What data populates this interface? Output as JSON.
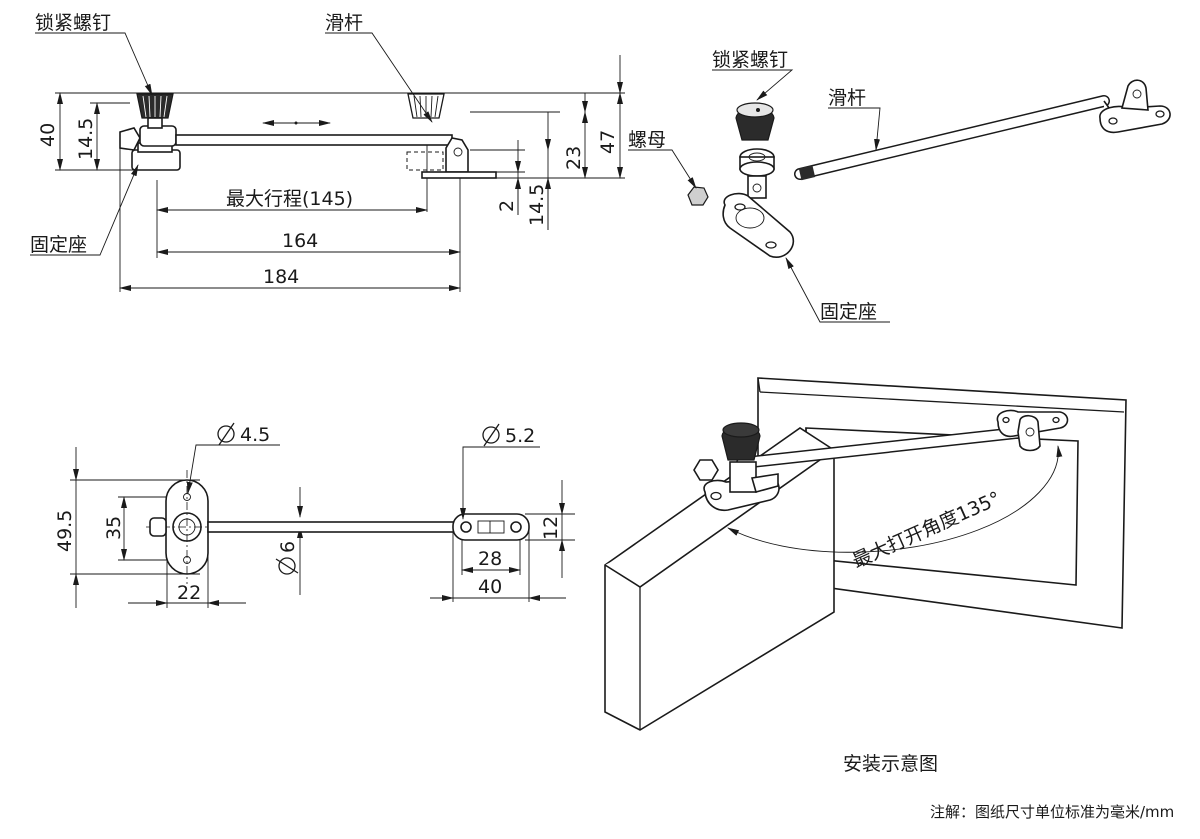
{
  "front_view": {
    "label_lock_screw": "锁紧螺钉",
    "label_slide_rod": "滑杆",
    "label_fixed_seat": "固定座",
    "dim_max_travel": "最大行程(145)",
    "dim_164": "164",
    "dim_184": "184",
    "dim_40": "40",
    "dim_14_5_left": "14.5",
    "dim_23": "23",
    "dim_47": "47",
    "dim_2": "2",
    "dim_14_5_right": "14.5"
  },
  "exploded_view": {
    "label_lock_screw": "锁紧螺钉",
    "label_slide_rod": "滑杆",
    "label_nut": "螺母",
    "label_fixed_seat": "固定座"
  },
  "top_view": {
    "dia_4_5": "4.5",
    "dia_5_2": "5.2",
    "dia_6": "6",
    "dim_49_5": "49.5",
    "dim_35": "35",
    "dim_22": "22",
    "dim_28": "28",
    "dim_40": "40",
    "dim_12": "12"
  },
  "install_view": {
    "angle_label": "最大打开角度135°",
    "caption": "安装示意图"
  },
  "footer_note": "注解：图纸尺寸单位标准为毫米/mm"
}
